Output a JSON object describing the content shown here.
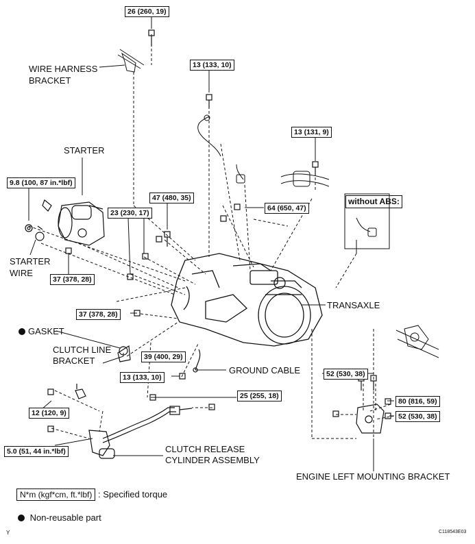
{
  "torques": {
    "t_top": "26 (260, 19)",
    "t_13_133_a": "13 (133, 10)",
    "t_13_131": "13 (131, 9)",
    "t_9_8": "9.8 (100, 87 in.*lbf)",
    "t_47": "47 (480, 35)",
    "t_23": "23 (230, 17)",
    "t_64": "64 (650, 47)",
    "t_37_a": "37 (378, 28)",
    "t_37_b": "37 (378, 28)",
    "t_39": "39 (400, 29)",
    "t_13_133_b": "13 (133, 10)",
    "t_52_a": "52 (530, 38)",
    "t_25": "25 (255, 18)",
    "t_80": "80 (816, 59)",
    "t_52_b": "52 (530, 38)",
    "t_12": "12 (120, 9)",
    "t_5_0": "5.0 (51, 44 in.*lbf)"
  },
  "labels": {
    "wire_harness": "WIRE HARNESS",
    "bracket": "BRACKET",
    "starter": "STARTER",
    "starter_wire_1": "STARTER",
    "starter_wire_2": "WIRE",
    "without_abs": "without  ABS:",
    "transaxle": "TRANSAXLE",
    "gasket": "GASKET",
    "clutch_line_1": "CLUTCH LINE",
    "clutch_line_2": "BRACKET",
    "ground_cable": "GROUND CABLE",
    "clutch_release_1": "CLUTCH RELEASE",
    "clutch_release_2": "CYLINDER ASSEMBLY",
    "engine_left": "ENGINE LEFT MOUNTING BRACKET"
  },
  "legend": {
    "unit_box": "N*m (kgf*cm, ft.*lbf)",
    "unit_text": ": Specified torque",
    "nonreusable": "Non-reusable part"
  },
  "corner": {
    "left_code": "Y",
    "right_code": "C118543E03"
  }
}
